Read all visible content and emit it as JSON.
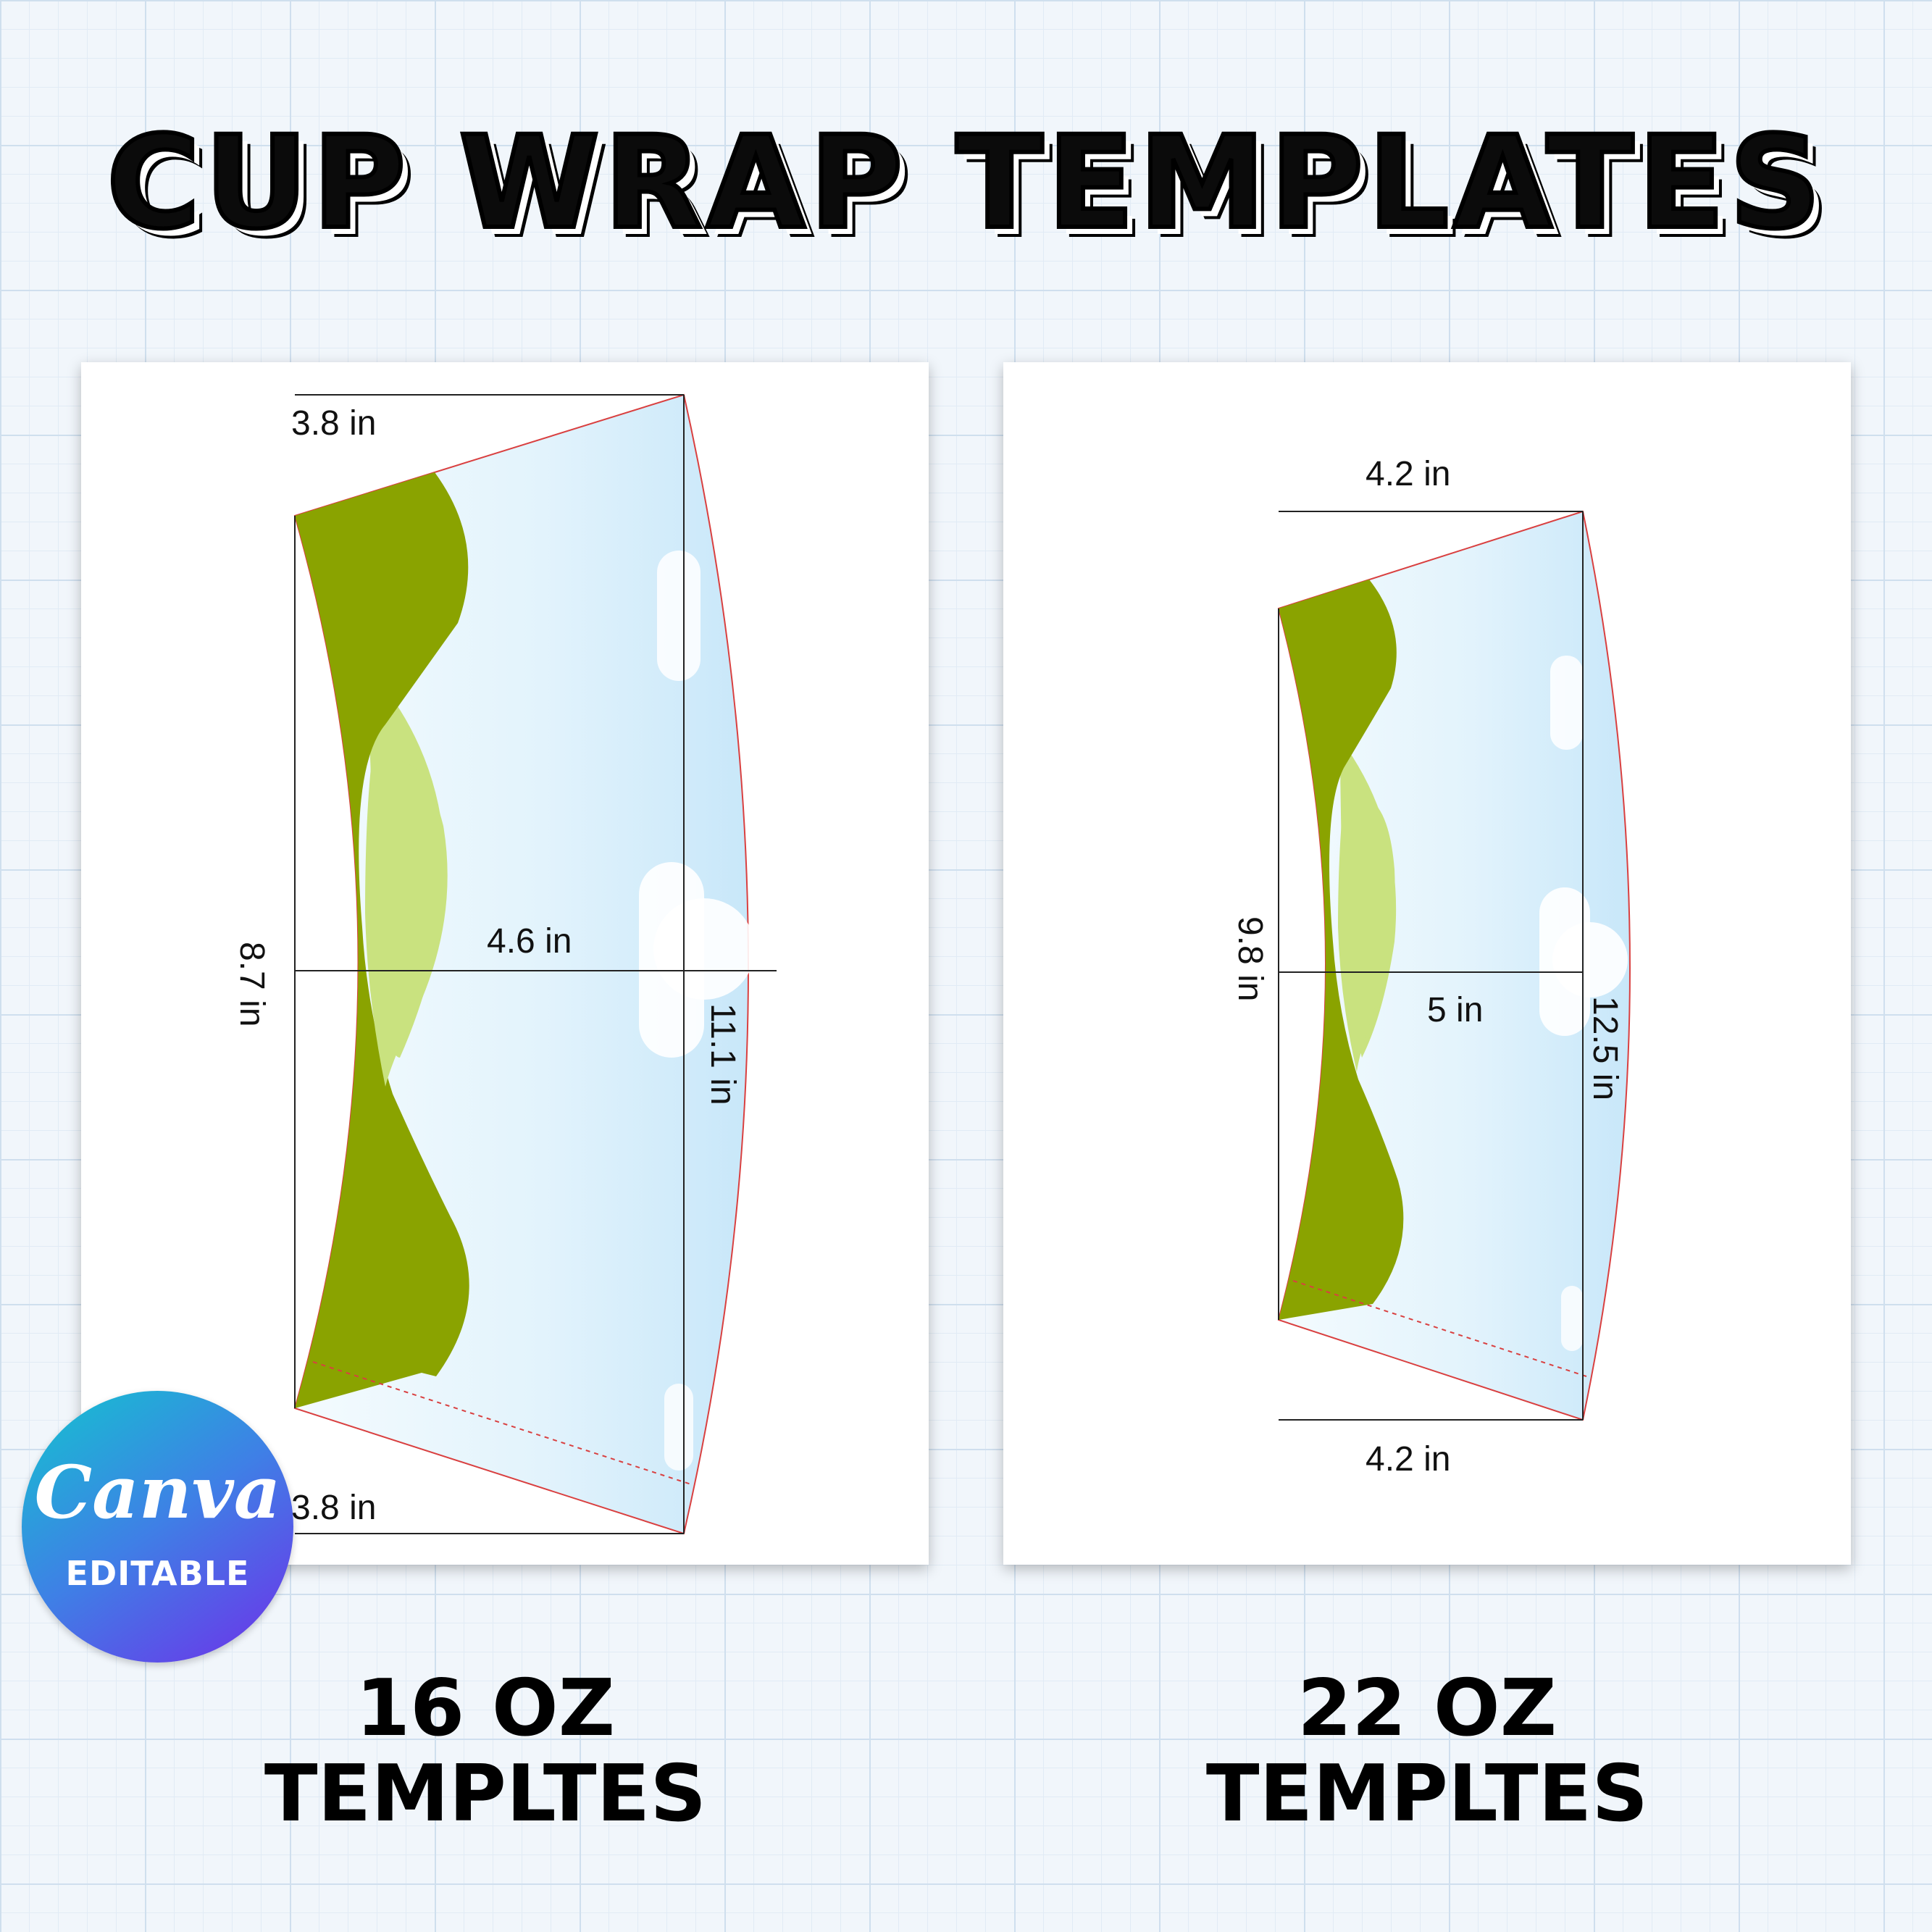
{
  "headline": "CUP WRAP TEMPLATES",
  "templates": [
    {
      "size": "16 OZ",
      "caption": "TEMPLTES",
      "dims": {
        "top_width": "3.8 in",
        "bottom_width": "3.8 in",
        "left_height": "8.7 in",
        "mid_width": "4.6 in",
        "right_height": "11.1 in"
      }
    },
    {
      "size": "22 OZ",
      "caption": "TEMPLTES",
      "dims": {
        "top_width": "4.2 in",
        "bottom_width": "4.2 in",
        "left_height": "9.8 in",
        "mid_width": "5 in",
        "right_height": "12.5 in"
      }
    }
  ],
  "badge": {
    "brand": "Canva",
    "sub": "EDITABLE"
  },
  "colors": {
    "grass_dark": "#8aa300",
    "grass_light": "#c9e27f",
    "sky_light": "#eaf7fd",
    "sky_mid": "#cde9f9",
    "outline": "#d94040"
  }
}
